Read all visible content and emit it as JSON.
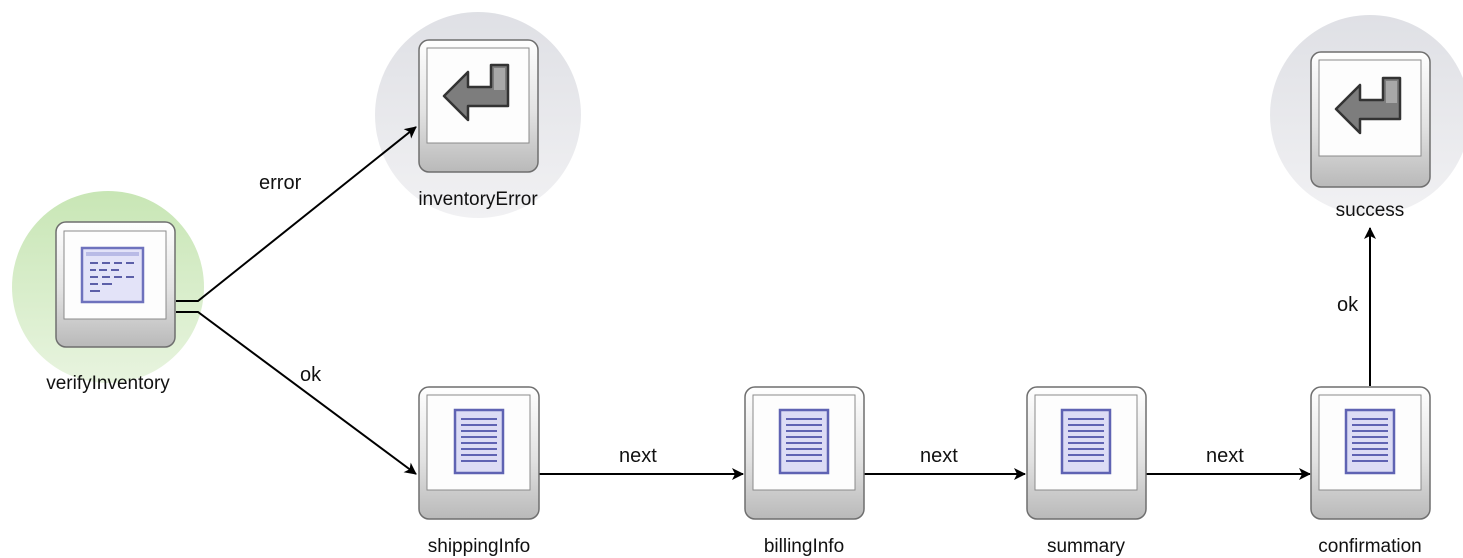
{
  "nodes": {
    "verifyInventory": {
      "label": "verifyInventory",
      "kind": "action",
      "icon": "method-call-icon",
      "halo": "#cfe8bf"
    },
    "inventoryError": {
      "label": "inventoryError",
      "kind": "return",
      "icon": "return-arrow-icon",
      "halo": "#e6e7eb"
    },
    "success": {
      "label": "success",
      "kind": "return",
      "icon": "return-arrow-icon",
      "halo": "#e6e7eb"
    },
    "shippingInfo": {
      "label": "shippingInfo",
      "kind": "view",
      "icon": "page-document-icon"
    },
    "billingInfo": {
      "label": "billingInfo",
      "kind": "view",
      "icon": "page-document-icon"
    },
    "summary": {
      "label": "summary",
      "kind": "view",
      "icon": "page-document-icon"
    },
    "confirmation": {
      "label": "confirmation",
      "kind": "view",
      "icon": "page-document-icon"
    }
  },
  "edges": {
    "verify_error": {
      "from": "verifyInventory",
      "to": "inventoryError",
      "label": "error"
    },
    "verify_ok": {
      "from": "verifyInventory",
      "to": "shippingInfo",
      "label": "ok"
    },
    "shipping_billing": {
      "from": "shippingInfo",
      "to": "billingInfo",
      "label": "next"
    },
    "billing_summary": {
      "from": "billingInfo",
      "to": "summary",
      "label": "next"
    },
    "summary_confirmation": {
      "from": "summary",
      "to": "confirmation",
      "label": "next"
    },
    "confirmation_success": {
      "from": "confirmation",
      "to": "success",
      "label": "ok"
    }
  },
  "colors": {
    "tile_border": "#6f6f6f",
    "tile_fill": "#f4f4f4",
    "icon_purple": "#7b7fc4",
    "icon_fill": "#dcdcf5"
  }
}
